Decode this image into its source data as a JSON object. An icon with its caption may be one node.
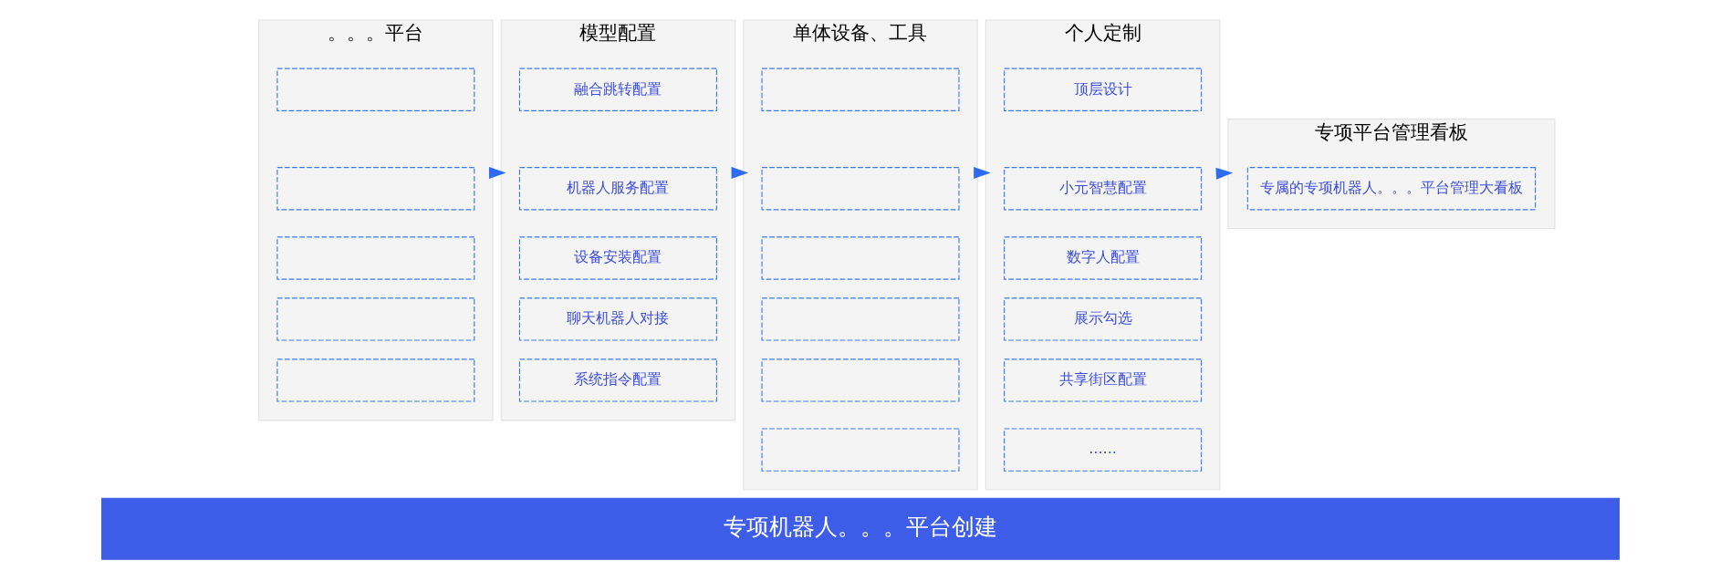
{
  "diagram": {
    "nodes": [
      {
        "text": [
          "。。。平台"
        ]
      },
      {
        "text": [],
        "shape": "box",
        "in": 0
      },
      {
        "text": [],
        "shape": "box",
        "in": 0
      },
      {
        "text": [],
        "shape": "box",
        "in": 0
      },
      {
        "text": [],
        "shape": "box",
        "in": 0
      },
      {
        "text": [],
        "shape": "box",
        "in": 0
      },
      {
        "text": [
          "模型配置"
        ]
      },
      {
        "text": [
          "融合跳转配置"
        ],
        "in": 6
      },
      {
        "text": [
          "机器人服务配置"
        ],
        "in": 6
      },
      {
        "text": [
          "设备安装配置"
        ],
        "in": 6
      },
      {
        "text": [
          "聊天机器人对接"
        ],
        "in": 6
      },
      {
        "text": [
          "系统指令配置"
        ],
        "in": 6
      },
      {
        "text": [
          "单体设备、工具"
        ]
      },
      {
        "text": [],
        "shape": "box",
        "in": 12
      },
      {
        "text": [],
        "shape": "box",
        "in": 12
      },
      {
        "text": [],
        "shape": "box",
        "in": 12
      },
      {
        "text": [],
        "shape": "box",
        "in": 12
      },
      {
        "text": [],
        "shape": "box",
        "in": 12
      },
      {
        "text": [],
        "shape": "box",
        "in": 12
      },
      {
        "text": [
          "个人定制"
        ]
      },
      {
        "text": [
          "顶层设计"
        ],
        "in": 19
      },
      {
        "text": [
          "小元智慧配置"
        ],
        "in": 19
      },
      {
        "text": [
          "数字人配置"
        ],
        "in": 19
      },
      {
        "text": [
          "展示勾选"
        ],
        "in": 19
      },
      {
        "text": [
          "共享街区配置"
        ],
        "in": 19
      },
      {
        "text": [
          "......"
        ],
        "in": 19
      },
      {
        "text": [
          "专项平台管理看板"
        ]
      },
      {
        "text": [
          "专属的专项机器人。。。平台管理大看板"
        ],
        "in": 26
      },
      {
        "text": [
          "专项机器人。。。平台创建"
        ]
      }
    ],
    "edges": [
      {
        "from": 0,
        "to": 6,
        "arrow": "to"
      },
      {
        "from": 6,
        "to": 12,
        "arrow": "to"
      },
      {
        "from": 12,
        "to": 19,
        "arrow": "to"
      },
      {
        "from": 19,
        "to": 26,
        "arrow": "to"
      }
    ]
  }
}
